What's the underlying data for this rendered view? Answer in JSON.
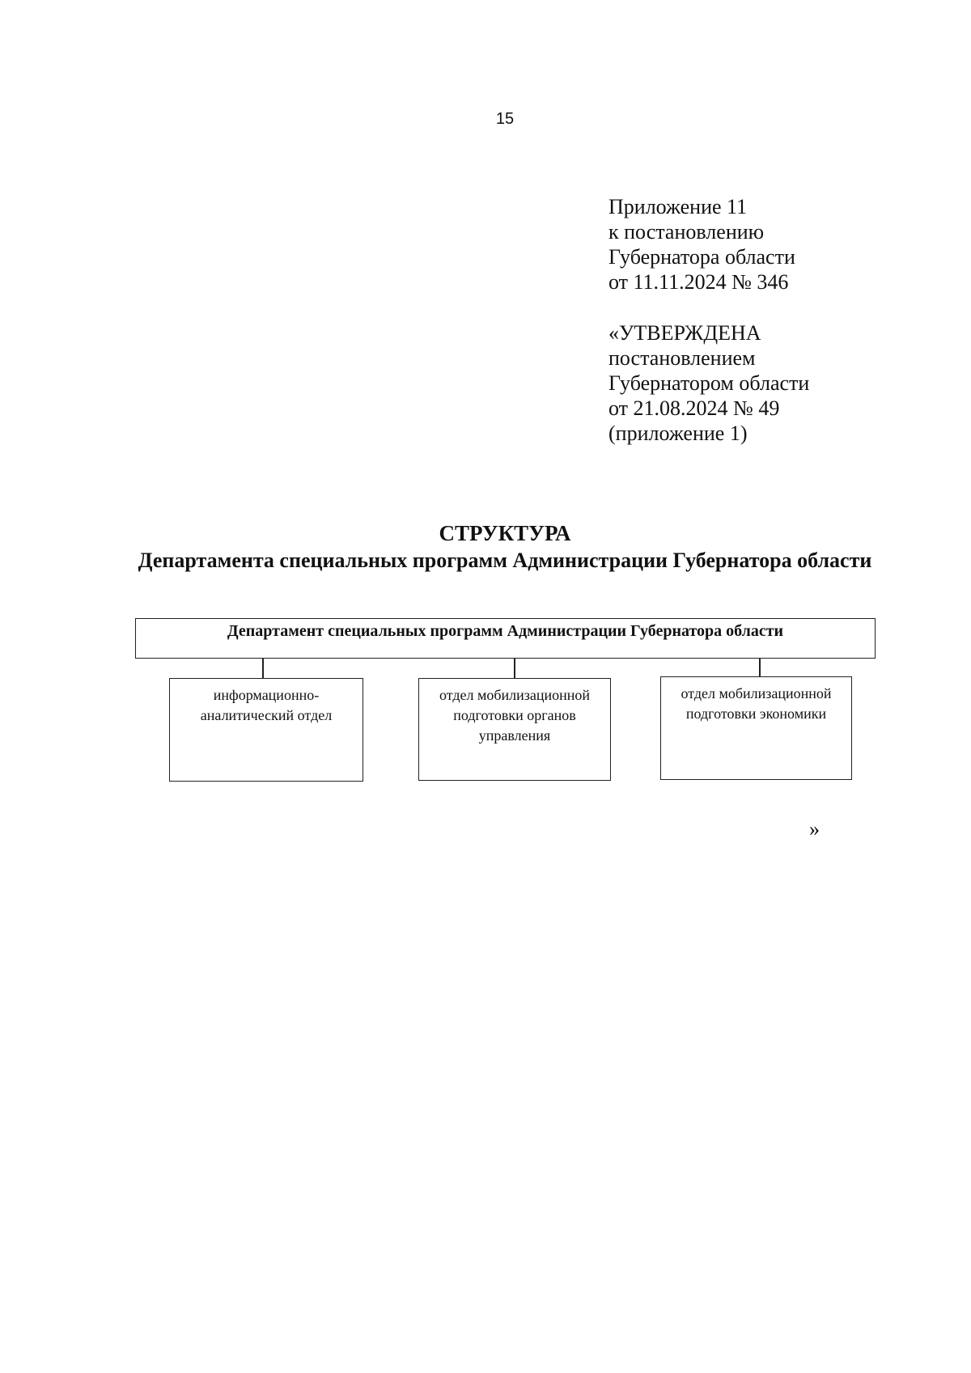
{
  "page_number": "15",
  "appendix": {
    "lines": [
      "Приложение 11",
      "к постановлению",
      "Губернатора области",
      "от  11.11.2024 № 346"
    ]
  },
  "approval": {
    "lines": [
      "«УТВЕРЖДЕНА",
      "постановлением",
      "Губернатором области",
      "от  21.08.2024  № 49",
      "(приложение 1)"
    ]
  },
  "title": {
    "main": "СТРУКТУРА",
    "sub": "Департамента специальных программ Администрации Губернатора области"
  },
  "org_chart": {
    "root": "Департамент специальных программ Администрации Губернатора области",
    "children": [
      [
        "информационно-",
        "аналитический отдел"
      ],
      [
        "отдел мобилизационной",
        "подготовки органов",
        "управления"
      ],
      [
        "отдел мобилизационной",
        "подготовки экономики"
      ]
    ]
  },
  "closing_quote": "»"
}
